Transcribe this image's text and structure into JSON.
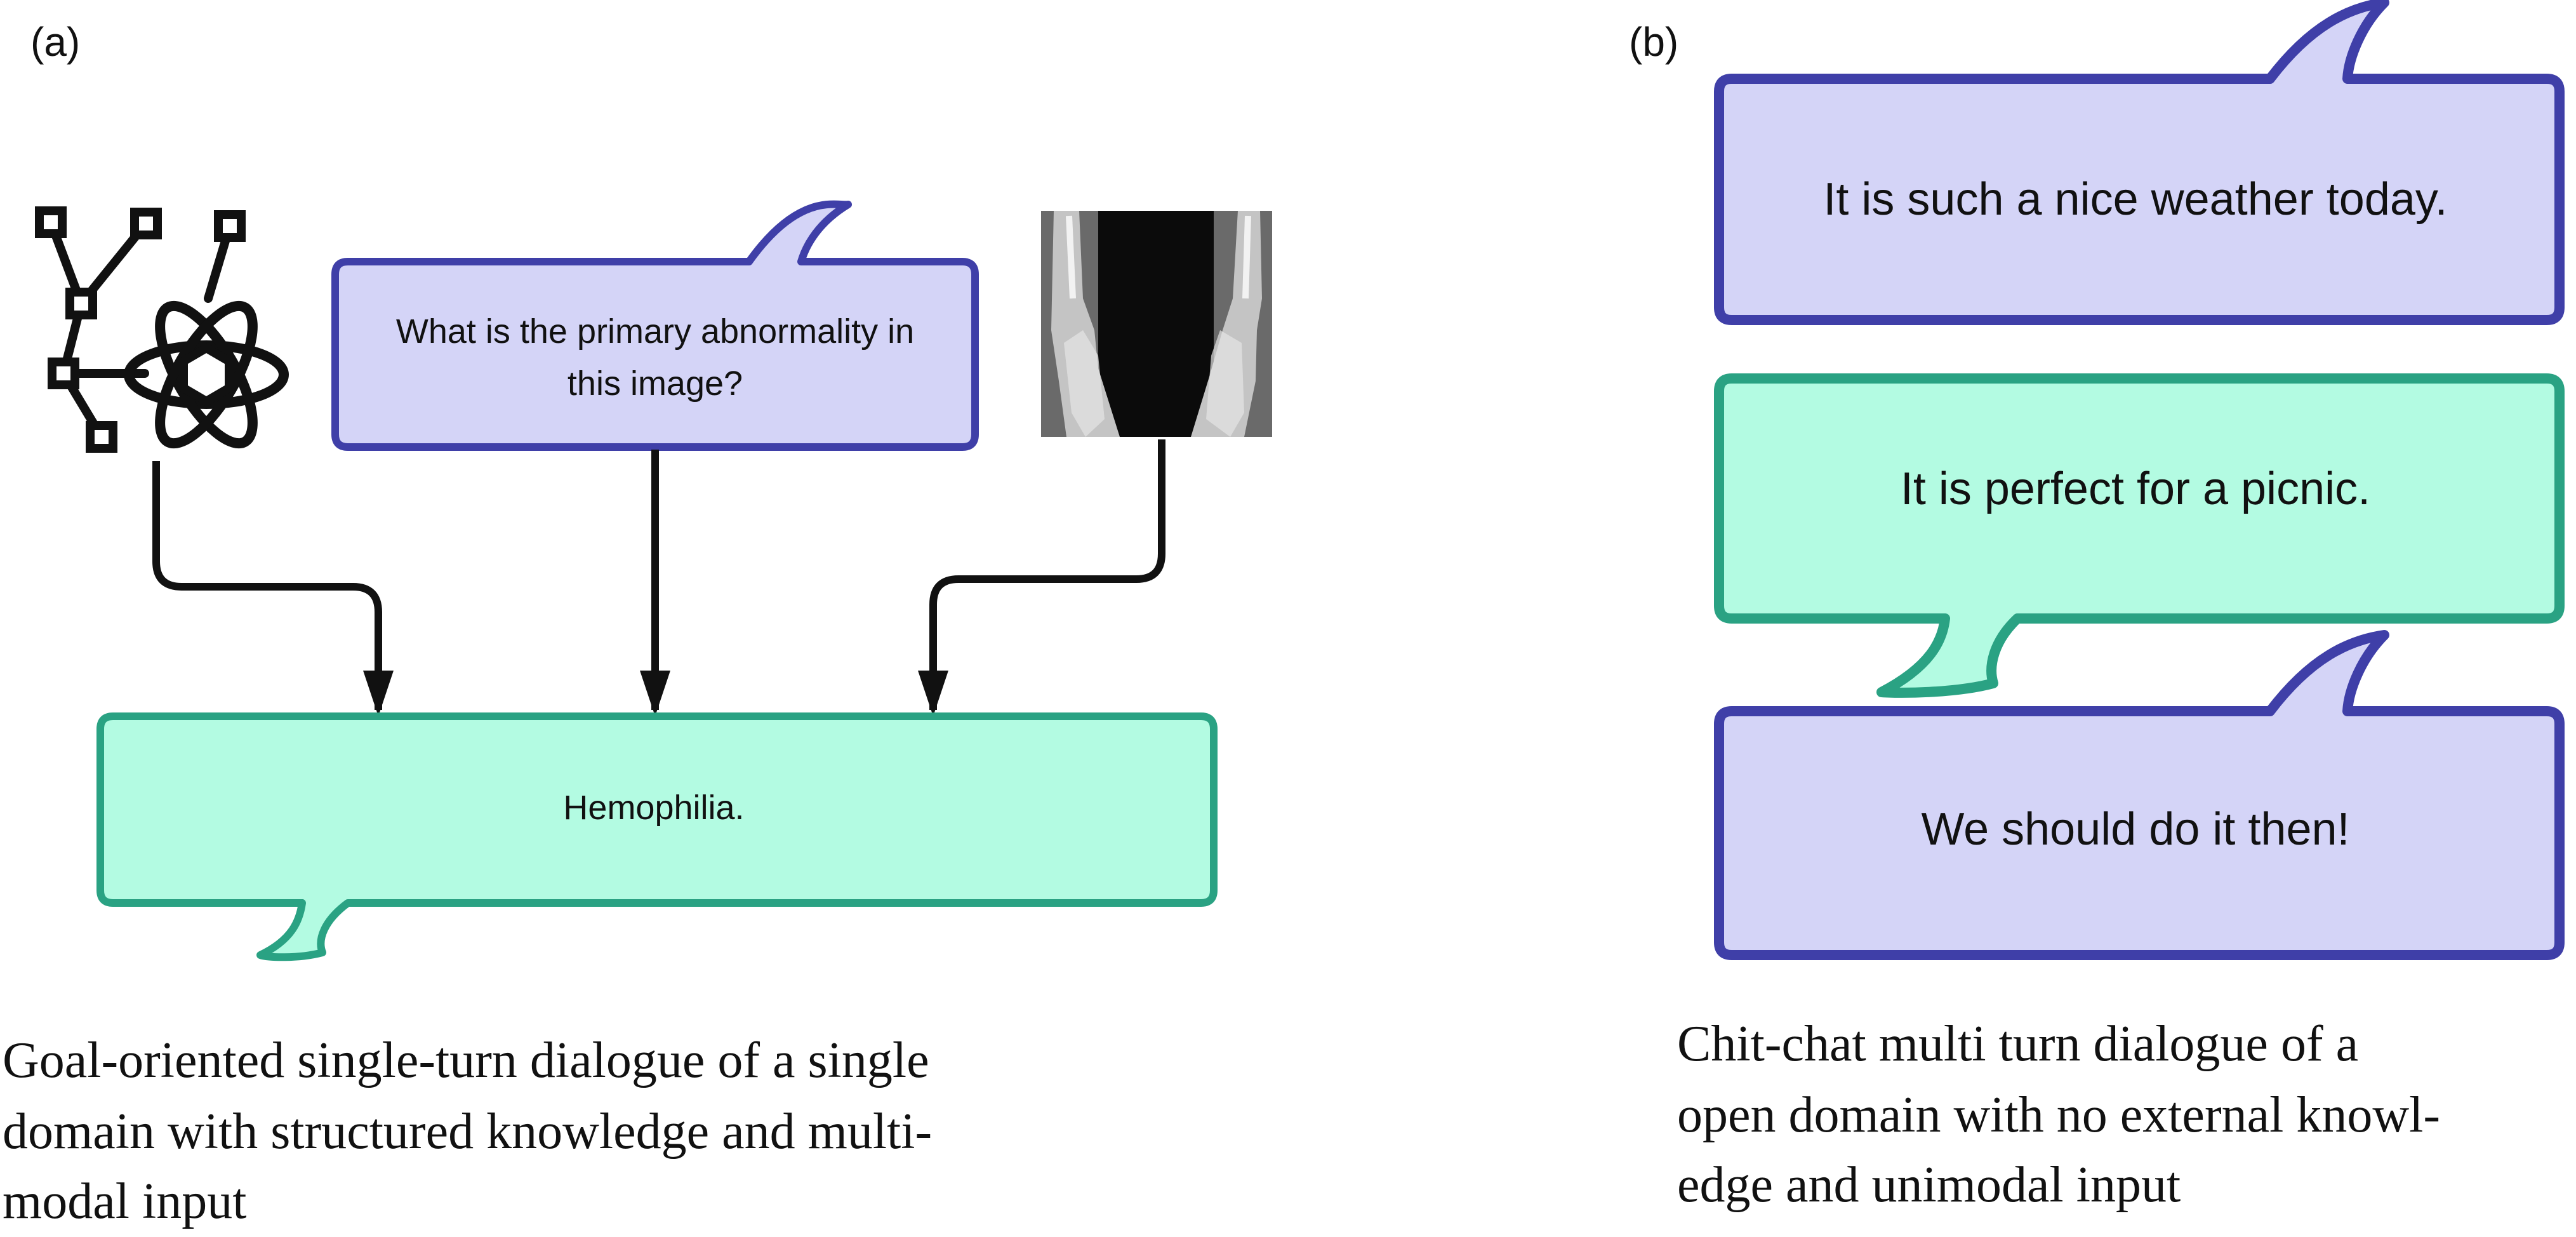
{
  "panel_a": {
    "label": "(a)",
    "question_bubble": {
      "line1": "What is the primary abnormality in",
      "line2": "this image?"
    },
    "answer_bubble": "Hemophilia.",
    "icon_knowledge": "knowledge-graph-icon",
    "icon_science": "atom-icon",
    "image": "xray-image",
    "caption": {
      "line1": "Goal-oriented single-turn dialogue of a single",
      "line2": "domain with structured knowledge and multi-",
      "line3": "modal input"
    }
  },
  "panel_b": {
    "label": "(b)",
    "bubble1": "It is such a nice weather today.",
    "bubble2": "It is perfect for a picnic.",
    "bubble3": "We should do it then!",
    "caption": {
      "line1": "Chit-chat multi turn dialogue of a",
      "line2": "open domain with no external knowl-",
      "line3": "edge and unimodal input"
    }
  },
  "colors": {
    "user_fill": "#d4d4f7",
    "user_stroke": "#3f3fa8",
    "bot_fill": "#b3fbe2",
    "bot_stroke": "#2aa283",
    "ink": "#111111"
  }
}
